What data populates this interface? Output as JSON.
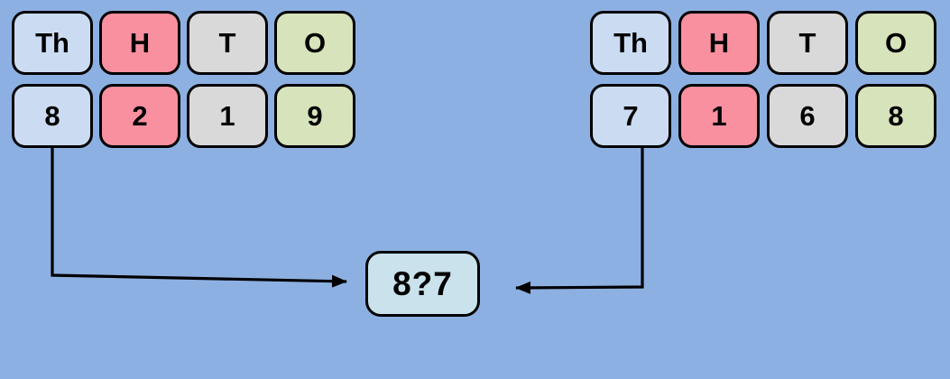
{
  "colors": {
    "background": "#8DB0E2",
    "thousands_fill": "#CBDCF2",
    "hundreds_fill": "#F9909F",
    "tens_fill": "#D9D9D9",
    "ones_fill": "#D7E3BA",
    "comparison_fill": "#C9E2EB",
    "border": "#000000"
  },
  "left_table": {
    "headers": [
      "Th",
      "H",
      "T",
      "O"
    ],
    "digits": [
      "8",
      "2",
      "1",
      "9"
    ]
  },
  "right_table": {
    "headers": [
      "Th",
      "H",
      "T",
      "O"
    ],
    "digits": [
      "7",
      "1",
      "6",
      "8"
    ]
  },
  "comparison": {
    "label": "8?7"
  }
}
